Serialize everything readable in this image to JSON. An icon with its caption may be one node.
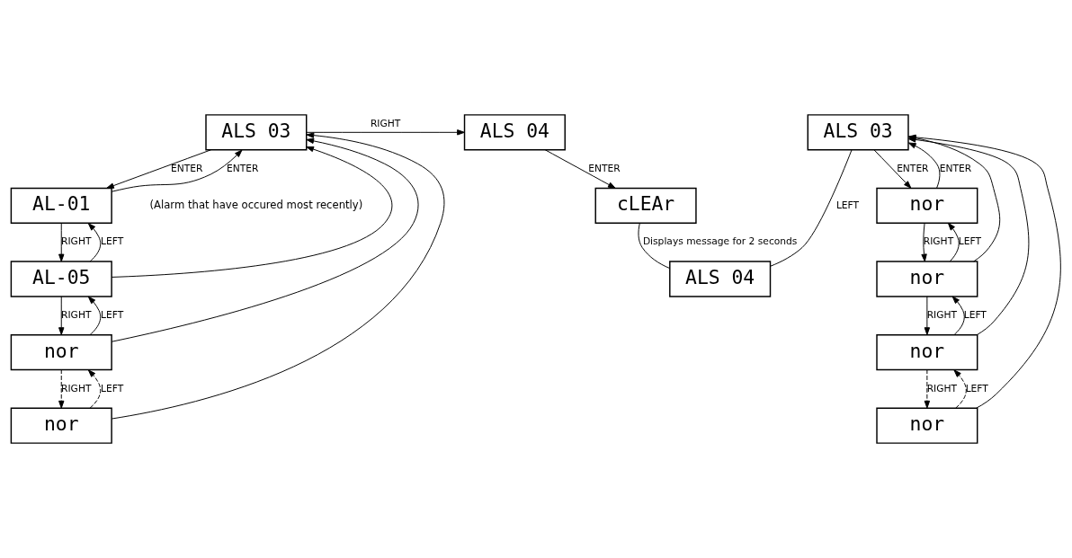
{
  "diagram": {
    "nodes": [
      {
        "text": [
          "ALS 03"
        ]
      },
      {
        "text": [
          "AL-01"
        ]
      },
      {
        "text": [
          "AL-05"
        ]
      },
      {
        "text": [
          "nor"
        ]
      },
      {
        "text": [
          "nor"
        ]
      },
      {
        "text": [
          "ALS 04"
        ]
      },
      {
        "text": [
          "cLEAr"
        ]
      },
      {
        "text": [
          "ALS 04"
        ]
      },
      {
        "text": [
          "ALS 03"
        ]
      },
      {
        "text": [
          "nor"
        ]
      },
      {
        "text": [
          "nor"
        ]
      },
      {
        "text": [
          "nor"
        ]
      },
      {
        "text": [
          "nor"
        ]
      }
    ],
    "edges": [
      {
        "from": 0,
        "to": 1,
        "arrow": "to",
        "label": "ENTER"
      },
      {
        "from": 1,
        "to": 2,
        "arrow": "to",
        "label": "RIGHT"
      },
      {
        "from": 2,
        "to": 1,
        "arrow": "to",
        "label": "LEFT"
      },
      {
        "from": 2,
        "to": 3,
        "arrow": "to",
        "label": "RIGHT"
      },
      {
        "from": 3,
        "to": 2,
        "arrow": "to",
        "label": "LEFT"
      },
      {
        "from": 3,
        "to": 4,
        "arrow": "to",
        "label": "RIGHT",
        "style": "dashed"
      },
      {
        "from": 4,
        "to": 3,
        "arrow": "to",
        "label": "LEFT",
        "style": "dashed"
      },
      {
        "from": 1,
        "to": 0,
        "arrow": "to",
        "label": "ENTER"
      },
      {
        "from": 2,
        "to": 0,
        "arrow": "to"
      },
      {
        "from": 3,
        "to": 0,
        "arrow": "to"
      },
      {
        "from": 4,
        "to": 0,
        "arrow": "to"
      },
      {
        "from": 0,
        "to": 5,
        "arrow": "to",
        "label": "RIGHT"
      },
      {
        "from": 5,
        "to": 6,
        "arrow": "to",
        "label": "ENTER"
      },
      {
        "from": 6,
        "to": 7,
        "arrow": "none",
        "label": "Displays message for 2 seconds"
      },
      {
        "from": 7,
        "to": 8,
        "arrow": "none",
        "label": "LEFT"
      },
      {
        "from": 8,
        "to": 9,
        "arrow": "to",
        "label": "ENTER"
      },
      {
        "from": 9,
        "to": 10,
        "arrow": "to",
        "label": "RIGHT"
      },
      {
        "from": 10,
        "to": 9,
        "arrow": "to",
        "label": "LEFT"
      },
      {
        "from": 10,
        "to": 11,
        "arrow": "to",
        "label": "RIGHT"
      },
      {
        "from": 11,
        "to": 10,
        "arrow": "to",
        "label": "LEFT"
      },
      {
        "from": 11,
        "to": 12,
        "arrow": "to",
        "label": "RIGHT",
        "style": "dashed"
      },
      {
        "from": 12,
        "to": 11,
        "arrow": "to",
        "label": "LEFT",
        "style": "dashed"
      },
      {
        "from": 9,
        "to": 8,
        "arrow": "to",
        "label": "ENTER"
      },
      {
        "from": 10,
        "to": 8,
        "arrow": "to"
      },
      {
        "from": 11,
        "to": 8,
        "arrow": "to"
      },
      {
        "from": 12,
        "to": 8,
        "arrow": "to"
      }
    ],
    "labels": [
      "(Alarm that have occured most recently)"
    ]
  }
}
